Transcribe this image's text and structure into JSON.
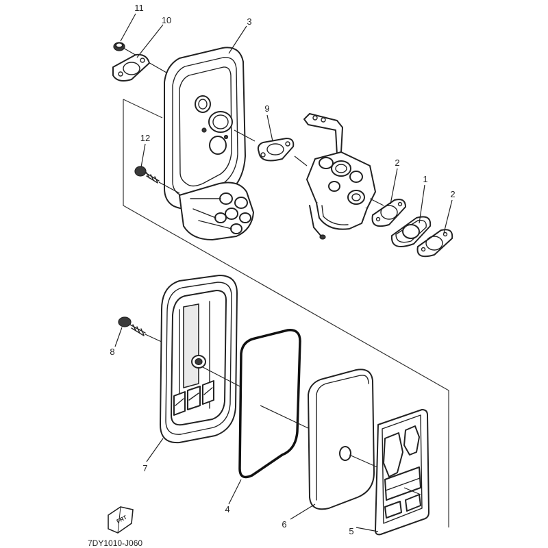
{
  "callouts": {
    "c1": "1",
    "c2a": "2",
    "c2b": "2",
    "c3": "3",
    "c4": "4",
    "c5": "5",
    "c6": "6",
    "c7": "7",
    "c8": "8",
    "c9": "9",
    "c10": "10",
    "c11": "11",
    "c12": "12"
  },
  "front_marker": "FRT",
  "diagram_code": "7DY1010-J060"
}
